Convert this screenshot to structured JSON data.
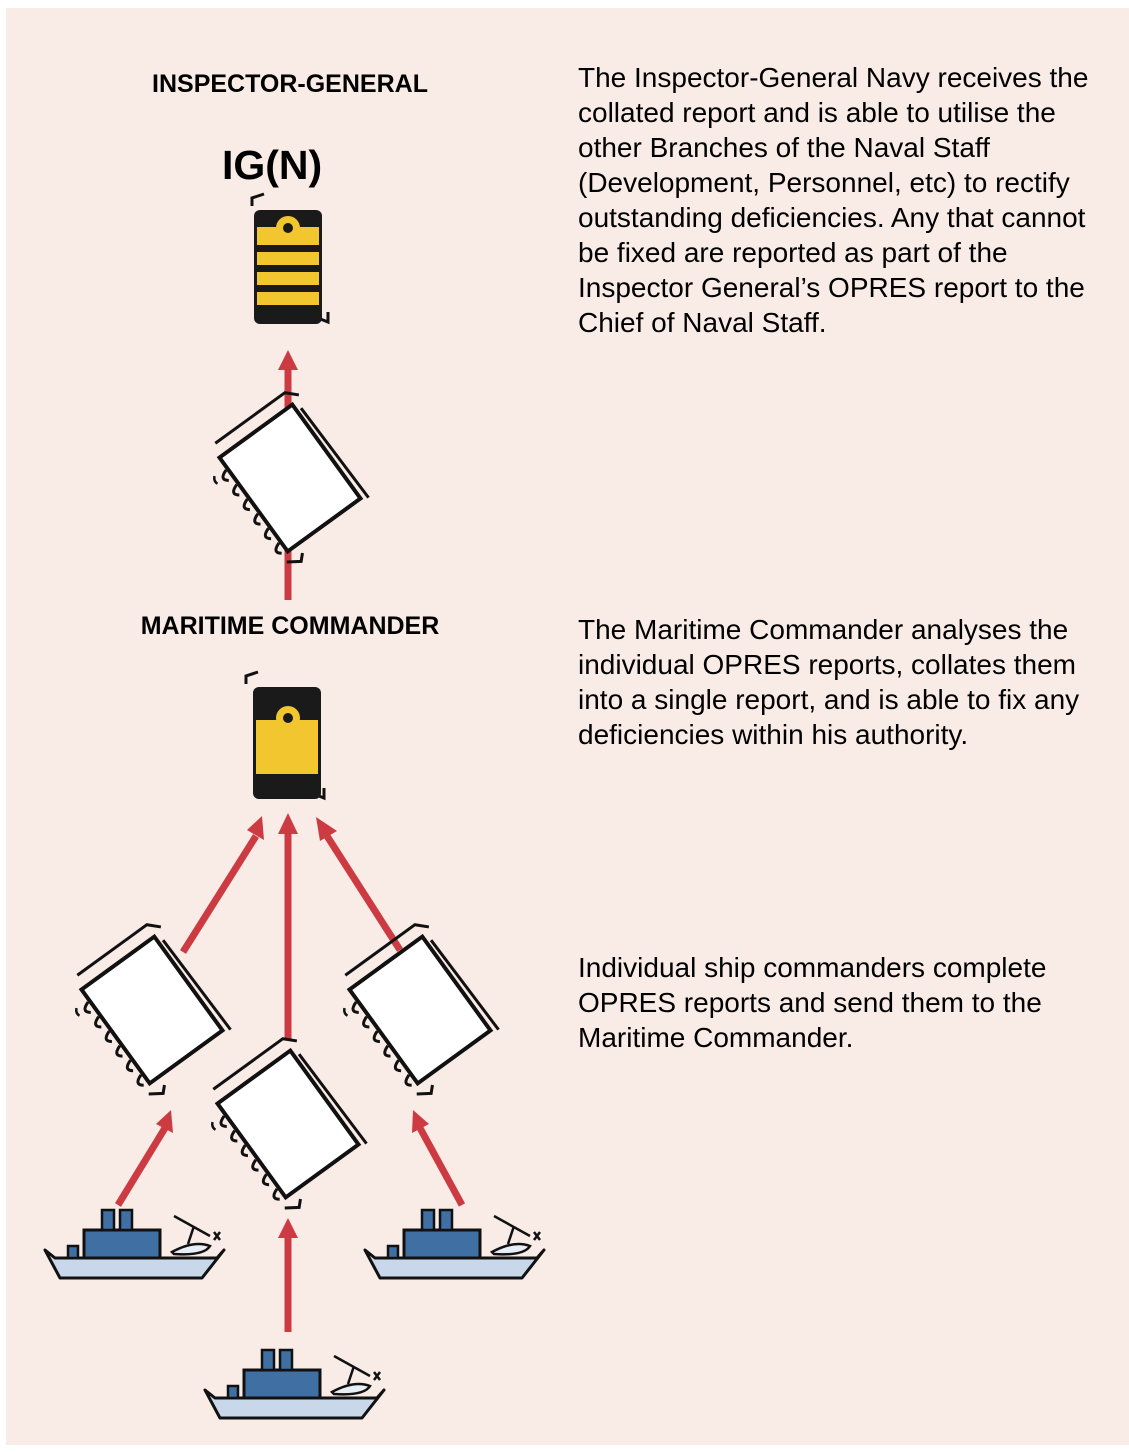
{
  "inspector": {
    "heading": "INSPECTOR-GENERAL",
    "code": "IG(N)",
    "description": "The Inspector-General Navy receives the collated report and is able to utilise the other Branches of the Naval Staff (Development, Personnel, etc) to rectify outstanding deficiencies. Any that cannot be fixed are reported as part of the Inspector General’s OPRES report to the Chief of Naval Staff."
  },
  "maritime": {
    "heading": "MARITIME COMMANDER",
    "description": "The Maritime Commander analyses the individual OPRES reports, collates them into a single report, and is able to fix any deficiencies within his authority."
  },
  "ships": {
    "description": "Individual ship commanders complete OPRES reports and send them to the Maritime Commander."
  },
  "icons": {
    "flow_arrow": "red-arrow",
    "report": "notebook-icon",
    "rank_ig": "epaulette-three-stripes-icon",
    "rank_mc": "epaulette-broad-stripe-icon",
    "ship": "warship-icon"
  },
  "colors": {
    "background": "#f9ebe6",
    "arrow": "#cc3b42",
    "epaulette": "#1a1a1a",
    "stripe": "#f2c62e",
    "ship_hull": "#c8d8ea",
    "ship_superstructure": "#3f6fa3"
  }
}
